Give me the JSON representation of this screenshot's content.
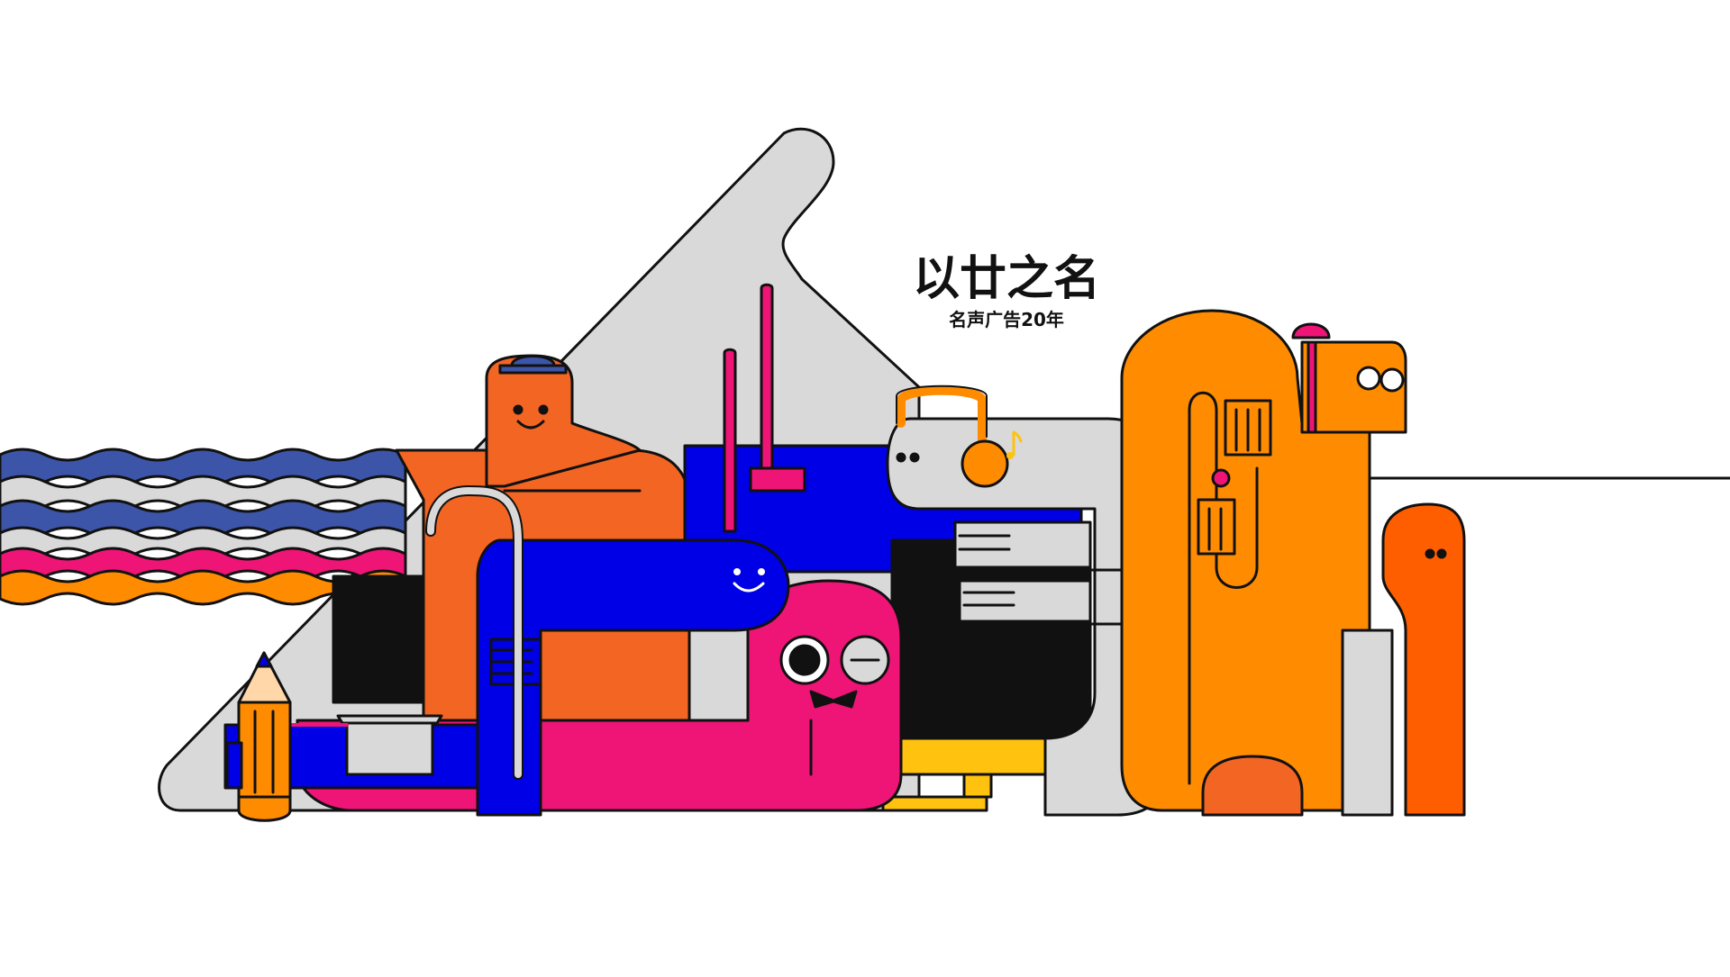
{
  "title": {
    "main": "以廿之名",
    "sub": "名声广告20年"
  },
  "colors": {
    "outline": "#111111",
    "light_gray": "#d9d9d9",
    "orange_red": "#f26522",
    "orange": "#ff8c00",
    "deep_orange": "#ff5e00",
    "blue": "#0000e6",
    "pink": "#ee1577",
    "navy_stripe": "#3d55a8",
    "stripe_gray": "#d9d9d9",
    "yellow": "#ffc20e",
    "black": "#111111",
    "white": "#ffffff"
  },
  "icons": [
    "rainbow-stripes",
    "pencil-icon",
    "laptop-icon",
    "headphones-icon",
    "music-note-icon",
    "glasses-icon",
    "cane-icon",
    "bow-tie-icon",
    "desktop-monitor-icon",
    "hat-icon"
  ]
}
